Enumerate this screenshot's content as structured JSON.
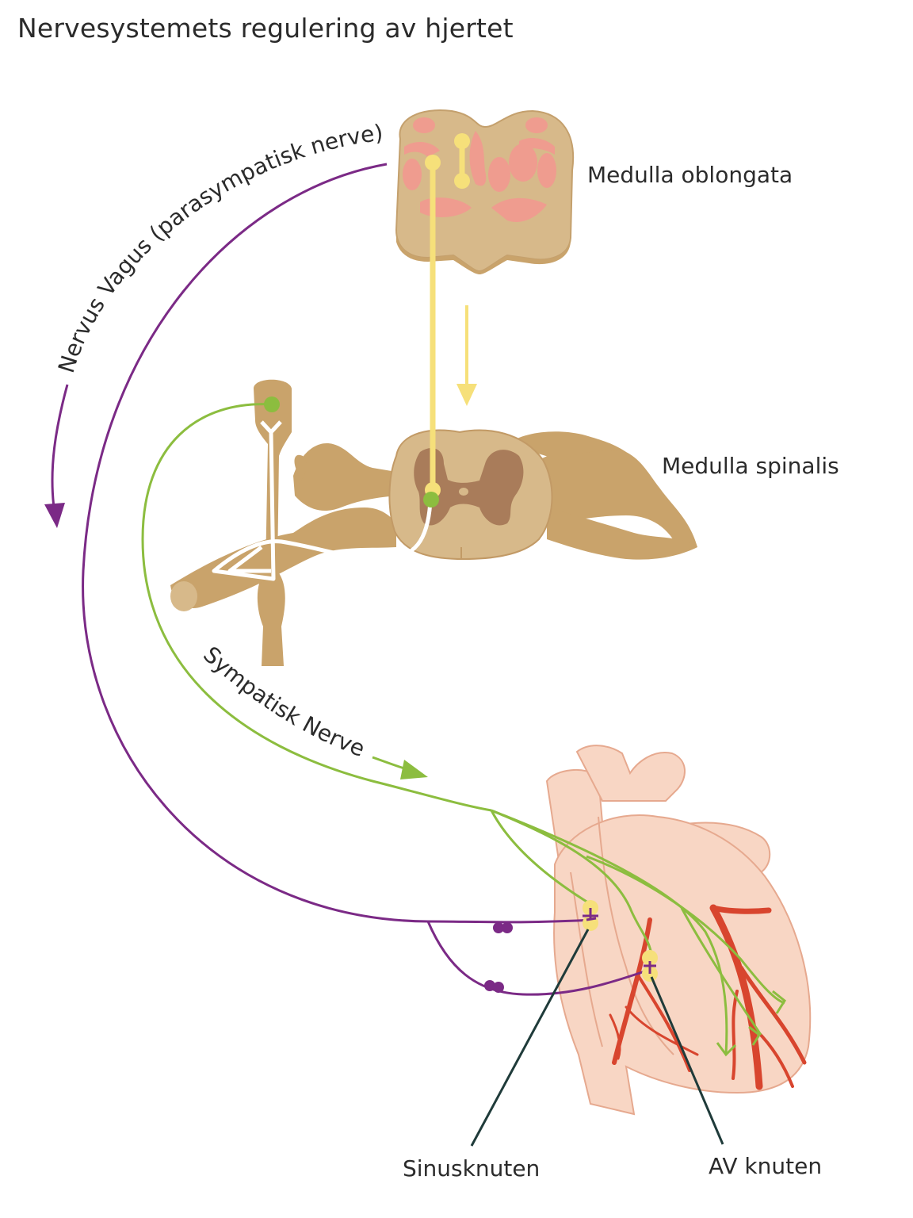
{
  "title": "Nervesystemets regulering av hjertet",
  "labels": {
    "medulla_oblongata": "Medulla oblongata",
    "medulla_spinalis": "Medulla spinalis",
    "vagus_nerve": "Nervus Vagus (parasympatisk nerve)",
    "sympathetic_nerve": "Sympatisk Nerve",
    "sinus_node": "Sinusknuten",
    "av_node": "AV knuten"
  },
  "colors": {
    "brain_tissue": "#d7b98a",
    "grey_matter": "#ef9c8f",
    "spinal_tissue": "#c9a36b",
    "spinal_grey": "#a97c5a",
    "tract_yellow": "#f6e07a",
    "sympathetic_green": "#8cbd3f",
    "vagus_purple": "#7b2a86",
    "heart_fill": "#f8d6c4",
    "heart_outline": "#e6a98f",
    "coronary_red": "#d8452e",
    "pointer_line": "#1f3b3a"
  },
  "icons": {
    "descending_arrow": "arrow-down-icon",
    "vagus_arrow": "curved-arrow-down-icon",
    "sympathetic_arrow": "arrow-right-icon"
  }
}
